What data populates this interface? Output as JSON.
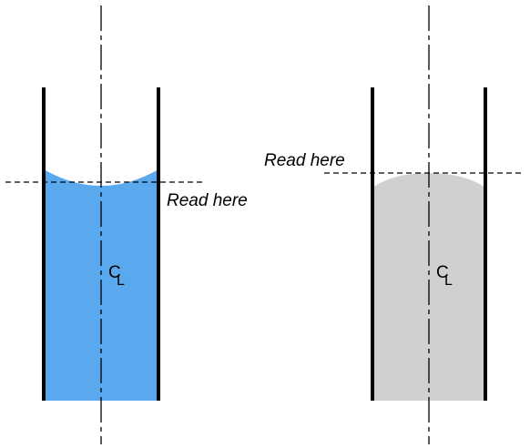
{
  "left_tube": {
    "read_label": "Read here",
    "centerline_main": "C",
    "centerline_sub": "L",
    "liquid_color": "#5aa9ee"
  },
  "right_tube": {
    "read_label": "Read here",
    "centerline_main": "C",
    "centerline_sub": "L",
    "liquid_color": "#d0d0d0"
  },
  "colors": {
    "wall": "#000000",
    "line": "#000000",
    "background": "#ffffff"
  }
}
